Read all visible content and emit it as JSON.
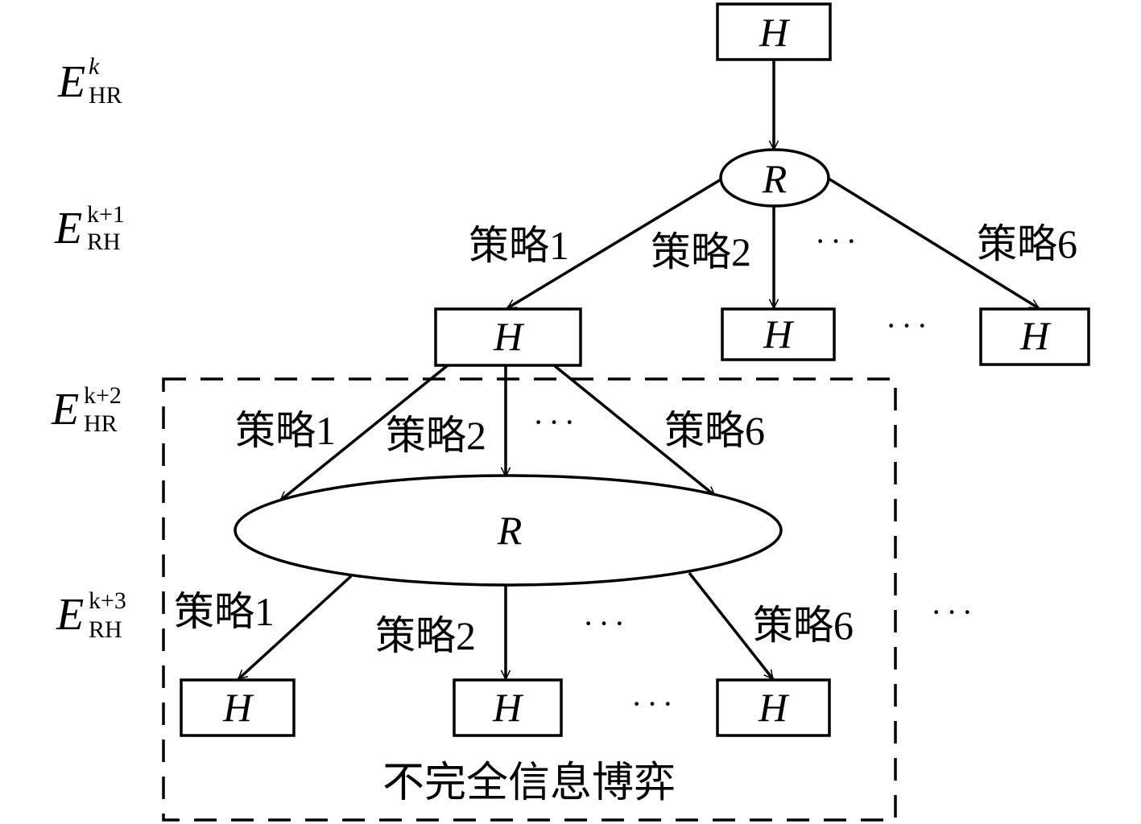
{
  "diagram": {
    "type": "game-tree",
    "levels": [
      {
        "E": "E",
        "sup": "k",
        "sub": "HR"
      },
      {
        "E": "E",
        "sup": "k+1",
        "sub": "RH"
      },
      {
        "E": "E",
        "sup": "k+2",
        "sub": "HR"
      },
      {
        "E": "E",
        "sup": "k+3",
        "sub": "RH"
      }
    ],
    "nodes": {
      "root": "H",
      "r1": "R",
      "h1_1": "H",
      "h1_2": "H",
      "h1_6": "H",
      "r2": "R",
      "h3_1": "H",
      "h3_2": "H",
      "h3_6": "H"
    },
    "edge_labels": {
      "s1": "策略1",
      "s2": "策略2",
      "s6": "策略6"
    },
    "ellipsis": "···",
    "caption": "不完全信息博弈",
    "colors": {
      "stroke": "#000000",
      "background": "#ffffff"
    }
  }
}
